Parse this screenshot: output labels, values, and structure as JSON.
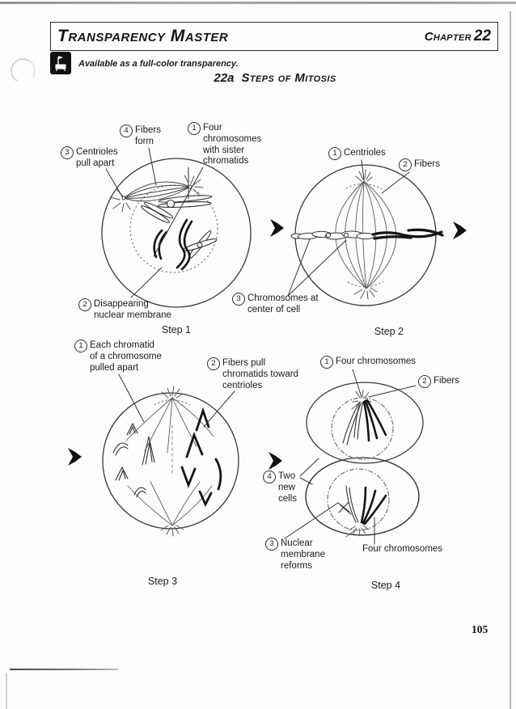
{
  "header": {
    "title": "Transparency Master",
    "chapter_word": "Chapter",
    "chapter_number": "22"
  },
  "notice": {
    "icon": "overhead-projector-icon",
    "text": "Available as a full-color transparency."
  },
  "figure": {
    "number": "22a",
    "title": "Steps of Mitosis"
  },
  "footer": {
    "page_number": "105"
  },
  "steps": [
    {
      "caption": "Step 1",
      "labels": [
        {
          "num": "4",
          "text": "Fibers\nform"
        },
        {
          "num": "3",
          "text": "Centrioles\npull apart"
        },
        {
          "num": "1",
          "text": "Four\nchromosomes\nwith sister\nchromatids"
        },
        {
          "num": "2",
          "text": "Disappearing\nnuclear membrane"
        }
      ]
    },
    {
      "caption": "Step 2",
      "labels": [
        {
          "num": "1",
          "text": "Centrioles"
        },
        {
          "num": "2",
          "text": "Fibers"
        },
        {
          "num": "3",
          "text": "Chromosomes at\ncenter of cell"
        }
      ]
    },
    {
      "caption": "Step 3",
      "labels": [
        {
          "num": "1",
          "text": "Each chromatid\nof a chromosome\npulled apart"
        },
        {
          "num": "2",
          "text": "Fibers pull\nchromatids toward\ncentrioles"
        }
      ]
    },
    {
      "caption": "Step 4",
      "labels": [
        {
          "num": "1",
          "text": "Four chromosomes"
        },
        {
          "num": "2",
          "text": "Fibers"
        },
        {
          "num": "4",
          "text": "Two\nnew\ncells"
        },
        {
          "num": "3",
          "text": "Nuclear\nmembrane\nreforms"
        },
        {
          "num": "",
          "text": "Four chromosomes"
        }
      ]
    }
  ]
}
